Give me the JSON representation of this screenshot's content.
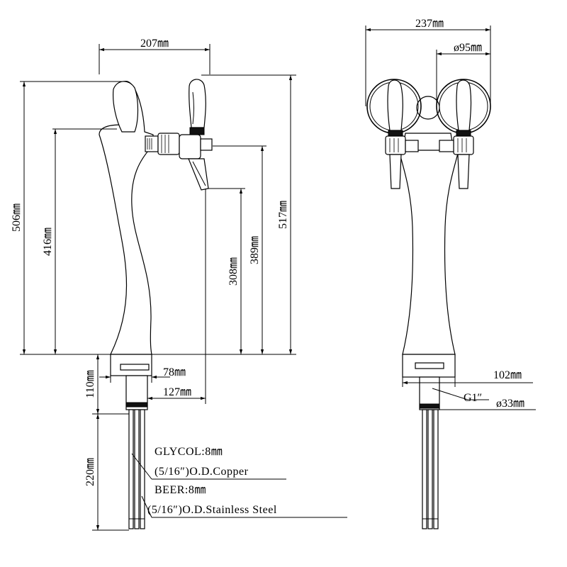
{
  "side_view": {
    "dim_top_width": "207㎜",
    "dim_total_height": "506㎜",
    "dim_spout_top_height": "416㎜",
    "dim_tap_height": "517㎜",
    "dim_lever_height": "389㎜",
    "dim_spout_outlet_height": "308㎜",
    "dim_base_width": "78㎜",
    "dim_spout_reach": "127㎜",
    "dim_shank_length": "110㎜",
    "dim_tube_length": "220㎜"
  },
  "front_view": {
    "dim_overall_width": "237㎜",
    "dim_ring_diameter": "ø95㎜",
    "dim_base_width": "102㎜",
    "dim_thread": "G1″",
    "dim_shank_diameter": "ø33㎜"
  },
  "notes": {
    "glycol_label": "GLYCOL:8㎜",
    "glycol_spec": "(5/16″)O.D.Copper",
    "beer_label": "BEER:8㎜",
    "beer_spec": "(5/16″)O.D.Stainless Steel"
  }
}
